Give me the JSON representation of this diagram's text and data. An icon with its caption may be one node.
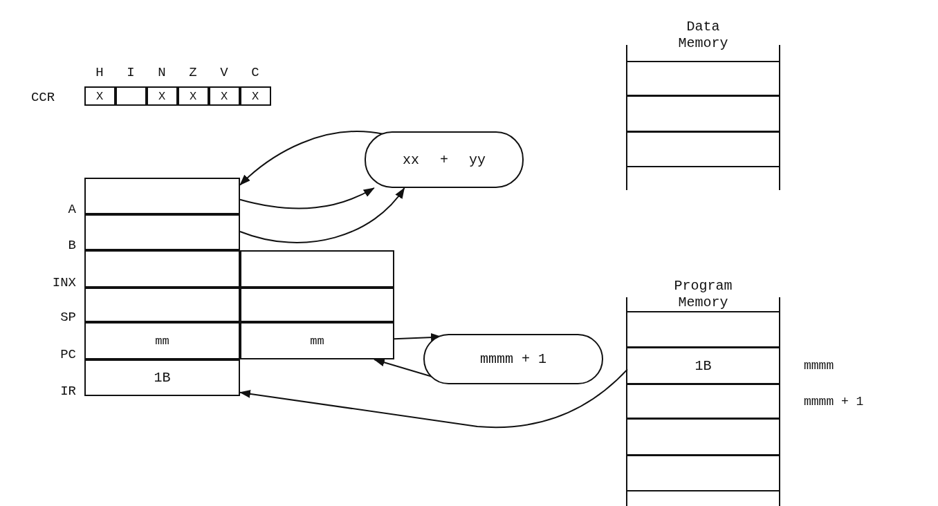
{
  "diagram": {
    "nodes": [
      {
        "text": [],
        "shape": "box",
        "beside": [
          "A"
        ]
      },
      {
        "text": [],
        "shape": "box",
        "beside": [
          "B"
        ]
      },
      {
        "text": [],
        "shape": "box",
        "beside": [
          "INX"
        ]
      },
      {
        "text": [],
        "shape": "box"
      },
      {
        "text": [],
        "shape": "box",
        "beside": [
          "SP"
        ]
      },
      {
        "text": [],
        "shape": "box"
      },
      {
        "text": [
          "mm"
        ],
        "beside": [
          "PC"
        ]
      },
      {
        "text": [
          "mm"
        ]
      },
      {
        "text": [
          "1B"
        ],
        "beside": [
          "IR"
        ]
      },
      {
        "text": [
          "xx + yy"
        ]
      },
      {
        "text": [
          "mmmm + 1"
        ]
      },
      {
        "text": [
          "Data Memory"
        ]
      },
      {
        "text": [],
        "shape": "box",
        "in": 11
      },
      {
        "text": [],
        "shape": "box",
        "in": 11
      },
      {
        "text": [],
        "shape": "box",
        "in": 11
      },
      {
        "text": [
          "Program Memory"
        ]
      },
      {
        "text": [],
        "shape": "box",
        "in": 15
      },
      {
        "text": [
          "1B"
        ],
        "in": 15,
        "beside": [
          "mmmm"
        ]
      },
      {
        "text": [],
        "shape": "box",
        "in": 15,
        "beside": [
          "mmmm + 1"
        ]
      },
      {
        "text": [],
        "shape": "box",
        "in": 15
      },
      {
        "text": [],
        "shape": "box",
        "in": 15
      }
    ],
    "edges": [
      {
        "from": 9,
        "to": 0,
        "arrow": "to"
      },
      {
        "from": 0,
        "to": 9,
        "arrow": "to"
      },
      {
        "from": 1,
        "to": 9,
        "arrow": "to"
      },
      {
        "from": 7,
        "to": 10,
        "arrow": "to"
      },
      {
        "from": 10,
        "to": 7,
        "arrow": "to"
      },
      {
        "from": 17,
        "to": 8,
        "arrow": "to"
      }
    ],
    "labels": [
      "H",
      "I",
      "N",
      "Z",
      "V",
      "C",
      "CCR",
      "X",
      "X",
      "X",
      "X",
      "X"
    ]
  }
}
